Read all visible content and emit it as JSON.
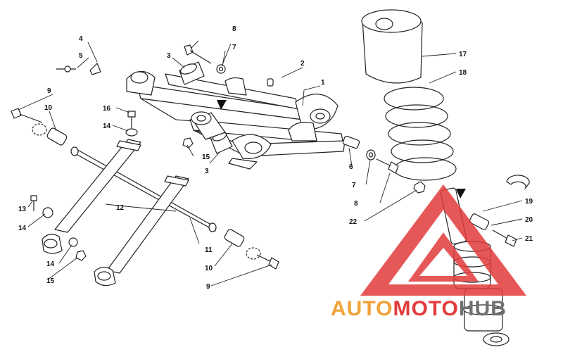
{
  "diagram": {
    "callouts": [
      "1",
      "2",
      "3",
      "3",
      "4",
      "5",
      "6",
      "7",
      "7",
      "8",
      "8",
      "9",
      "9",
      "10",
      "10",
      "11",
      "12",
      "13",
      "14",
      "14",
      "14",
      "15",
      "15",
      "16",
      "17",
      "18",
      "19",
      "20",
      "21",
      "22"
    ]
  },
  "watermark": {
    "brand_part1": "AUTO",
    "brand_part2": "MOTO",
    "brand_part3": "HUB",
    "colors": {
      "orange": "#f0a23a",
      "red": "#e23b3b",
      "gray": "#6f6f6f"
    }
  }
}
